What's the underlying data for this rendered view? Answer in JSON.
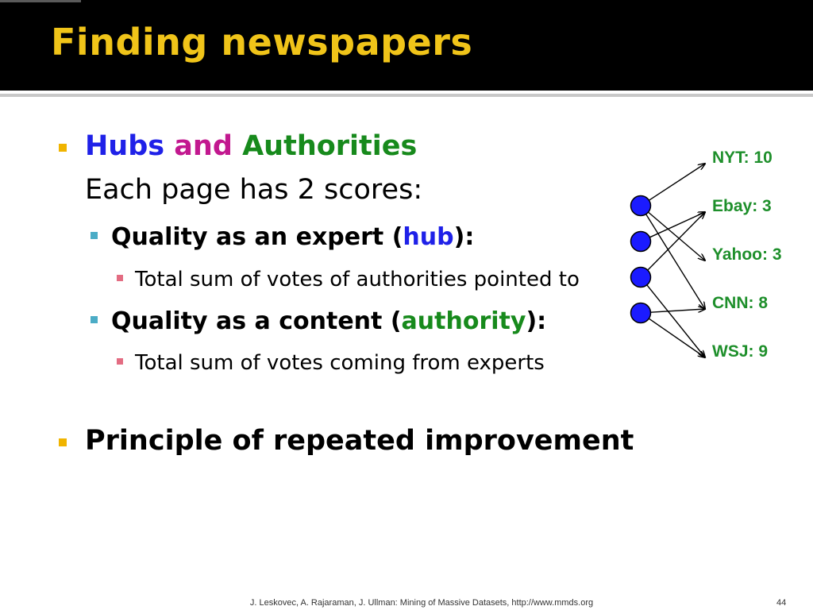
{
  "slide": {
    "title": "Finding newspapers",
    "colors": {
      "title": "#f0c419",
      "hubs": "#1f21e8",
      "and": "#c2188f",
      "authorities": "#178a1c",
      "l1_bullet": "#f0b400",
      "l2_bullet": "#4bacc6",
      "l3_bullet": "#e36c82",
      "node_fill": "#1b1bff",
      "node_label": "#1e8f2b"
    },
    "bullets": {
      "hubs_word": "Hubs",
      "and_word": "and",
      "authorities_word": "Authorities",
      "scores_line": "Each page has 2 scores:",
      "expert_prefix": "Quality as an expert (",
      "expert_word": "hub",
      "expert_suffix": "):",
      "expert_sub": "Total sum of votes of authorities pointed to",
      "content_prefix": "Quality as a content (",
      "content_word": "authority",
      "content_suffix": "):",
      "content_sub": "Total sum of votes coming from experts",
      "principle": "Principle of repeated improvement"
    },
    "graph": {
      "hub_nodes": 4,
      "authorities": [
        {
          "label": "NYT: 10"
        },
        {
          "label": "Ebay: 3"
        },
        {
          "label": "Yahoo: 3"
        },
        {
          "label": "CNN: 8"
        },
        {
          "label": "WSJ: 9"
        }
      ],
      "edges": [
        [
          0,
          0
        ],
        [
          0,
          2
        ],
        [
          0,
          3
        ],
        [
          1,
          1
        ],
        [
          2,
          1
        ],
        [
          2,
          4
        ],
        [
          3,
          3
        ],
        [
          3,
          4
        ]
      ]
    },
    "footer": "J. Leskovec, A. Rajaraman, J. Ullman: Mining of Massive Datasets, http://www.mmds.org",
    "page_number": "44"
  }
}
